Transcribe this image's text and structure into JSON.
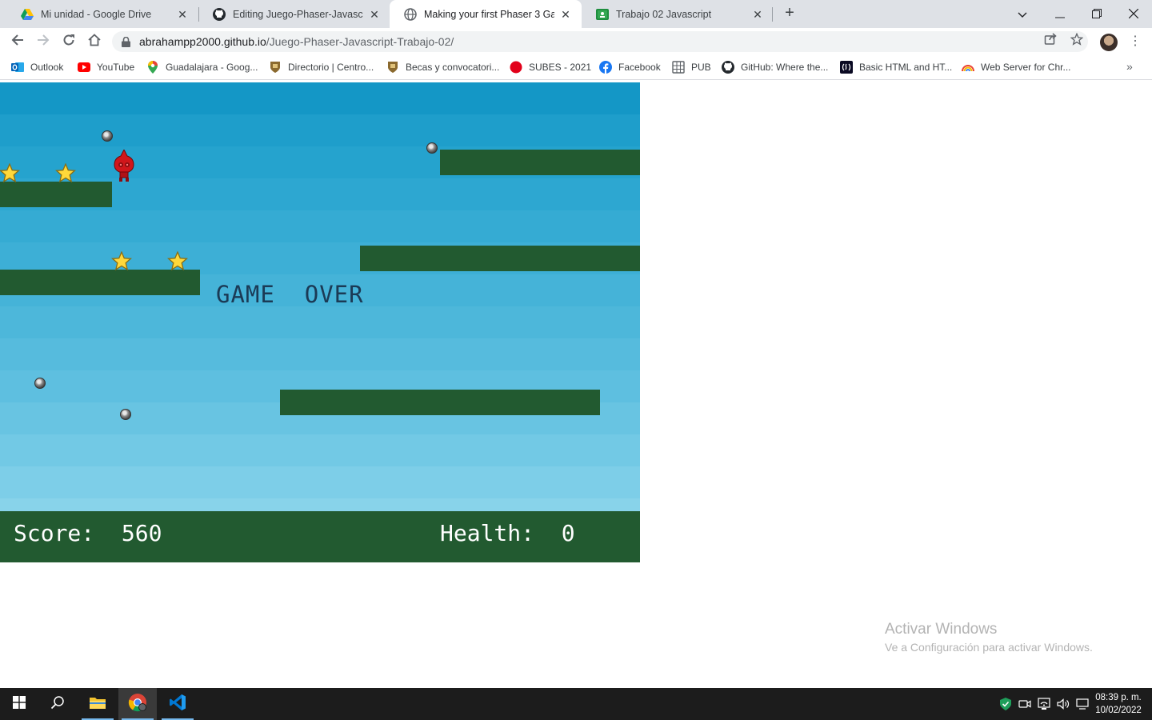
{
  "browser": {
    "tabs": [
      {
        "title": "Mi unidad - Google Drive",
        "icon": "google-drive-icon",
        "active": false
      },
      {
        "title": "Editing Juego-Phaser-Javascript-",
        "icon": "github-icon",
        "active": false
      },
      {
        "title": "Making your first Phaser 3 Game",
        "icon": "globe-icon",
        "active": true
      },
      {
        "title": "Trabajo 02 Javascript",
        "icon": "classroom-icon",
        "active": false
      }
    ],
    "new_tab_label": "+",
    "address": {
      "host": "abrahampp2000.github.io",
      "path": "/Juego-Phaser-Javascript-Trabajo-02/"
    },
    "bookmarks": [
      {
        "label": "Outlook",
        "icon": "outlook-icon"
      },
      {
        "label": "YouTube",
        "icon": "youtube-icon"
      },
      {
        "label": "Guadalajara - Goog...",
        "icon": "maps-pin-icon"
      },
      {
        "label": "Directorio | Centro...",
        "icon": "crest-icon"
      },
      {
        "label": "Becas y convocatori...",
        "icon": "crest-icon"
      },
      {
        "label": "SUBES - 2021",
        "icon": "red-circle-icon"
      },
      {
        "label": "Facebook",
        "icon": "facebook-icon"
      },
      {
        "label": "PUB",
        "icon": "grid-icon"
      },
      {
        "label": "GitHub: Where the...",
        "icon": "github-icon"
      },
      {
        "label": "Basic HTML and HT...",
        "icon": "freecodecamp-icon"
      },
      {
        "label": "Web Server for Chr...",
        "icon": "rainbow-icon"
      }
    ],
    "bookmarks_more": "»"
  },
  "game": {
    "game_over_text": "GAME  OVER",
    "score_text": "Score:  560",
    "health_text": "Health:  0",
    "colors": {
      "platform": "#225a30",
      "sky_top": "#1497c6",
      "sky_bottom": "#88d3ea",
      "star": "#ffd83a"
    }
  },
  "watermark": {
    "title": "Activar Windows",
    "subtitle": "Ve a Configuración para activar Windows."
  },
  "taskbar": {
    "time": "08:39 p. m.",
    "date": "10/02/2022"
  }
}
